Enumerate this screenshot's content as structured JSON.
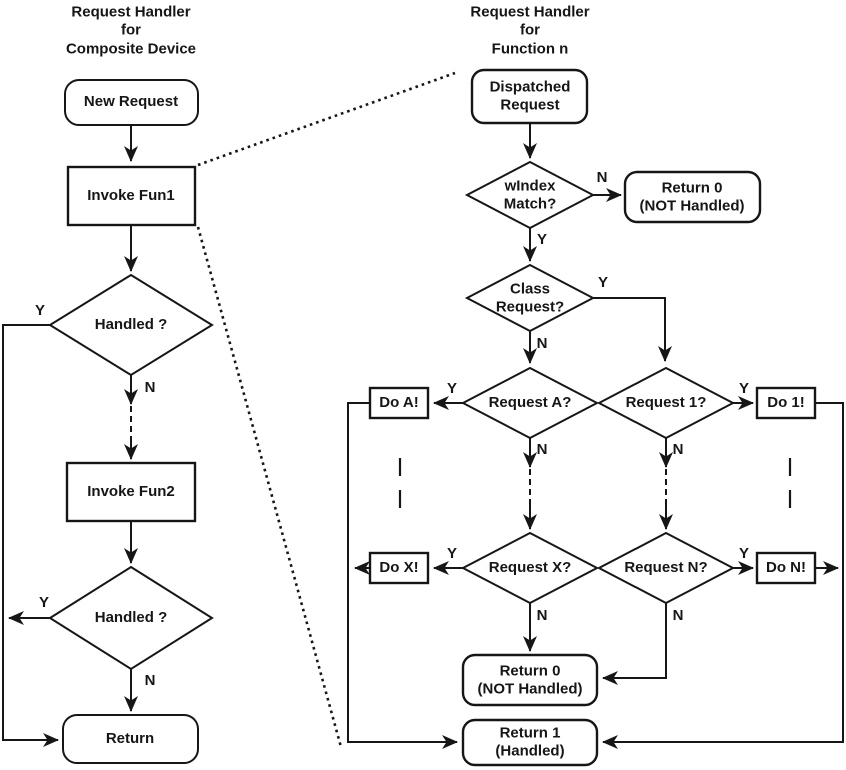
{
  "edge_labels": {
    "yes": "Y",
    "no": "N"
  },
  "left_chart": {
    "title": "Request Handler\nfor\nComposite Device",
    "nodes": {
      "new_request": "New Request",
      "invoke_fun1": "Invoke Fun1",
      "handled_1": "Handled ?",
      "invoke_fun2": "Invoke Fun2",
      "handled_2": "Handled ?",
      "return": "Return"
    }
  },
  "right_chart": {
    "title": "Request Handler\nfor\nFunction n",
    "nodes": {
      "dispatched_request": "Dispatched\nRequest",
      "windex_match": "wIndex\nMatch?",
      "return0_top": "Return 0\n(NOT Handled)",
      "class_request": "Class\nRequest?",
      "request_a": "Request A?",
      "do_a": "Do A!",
      "request_1": "Request 1?",
      "do_1": "Do 1!",
      "request_x": "Request X?",
      "do_x": "Do X!",
      "request_n": "Request N?",
      "do_n": "Do N!",
      "return0_bottom": "Return 0\n(NOT Handled)",
      "return1": "Return 1\n(Handled)"
    }
  },
  "colors": {
    "stroke": "#161616",
    "background": "#ffffff"
  }
}
